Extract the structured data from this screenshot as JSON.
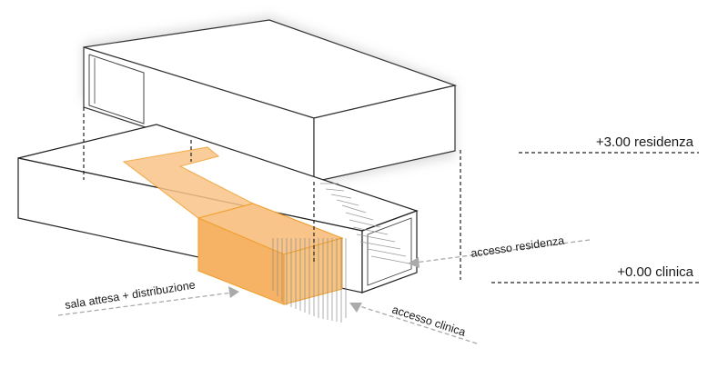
{
  "levels": {
    "upper": "+3.00 residenza",
    "ground": "+0.00 clinica"
  },
  "annotations": {
    "residence_access": "accesso residenza",
    "clinic_access": "accesso clinica",
    "waiting_area": "sala attesa + distribuzione"
  },
  "colors": {
    "highlight_fill": "#f9c489",
    "highlight_stroke": "#f0a030",
    "line": "#1a1a1a",
    "arrow": "#aaaaaa"
  }
}
